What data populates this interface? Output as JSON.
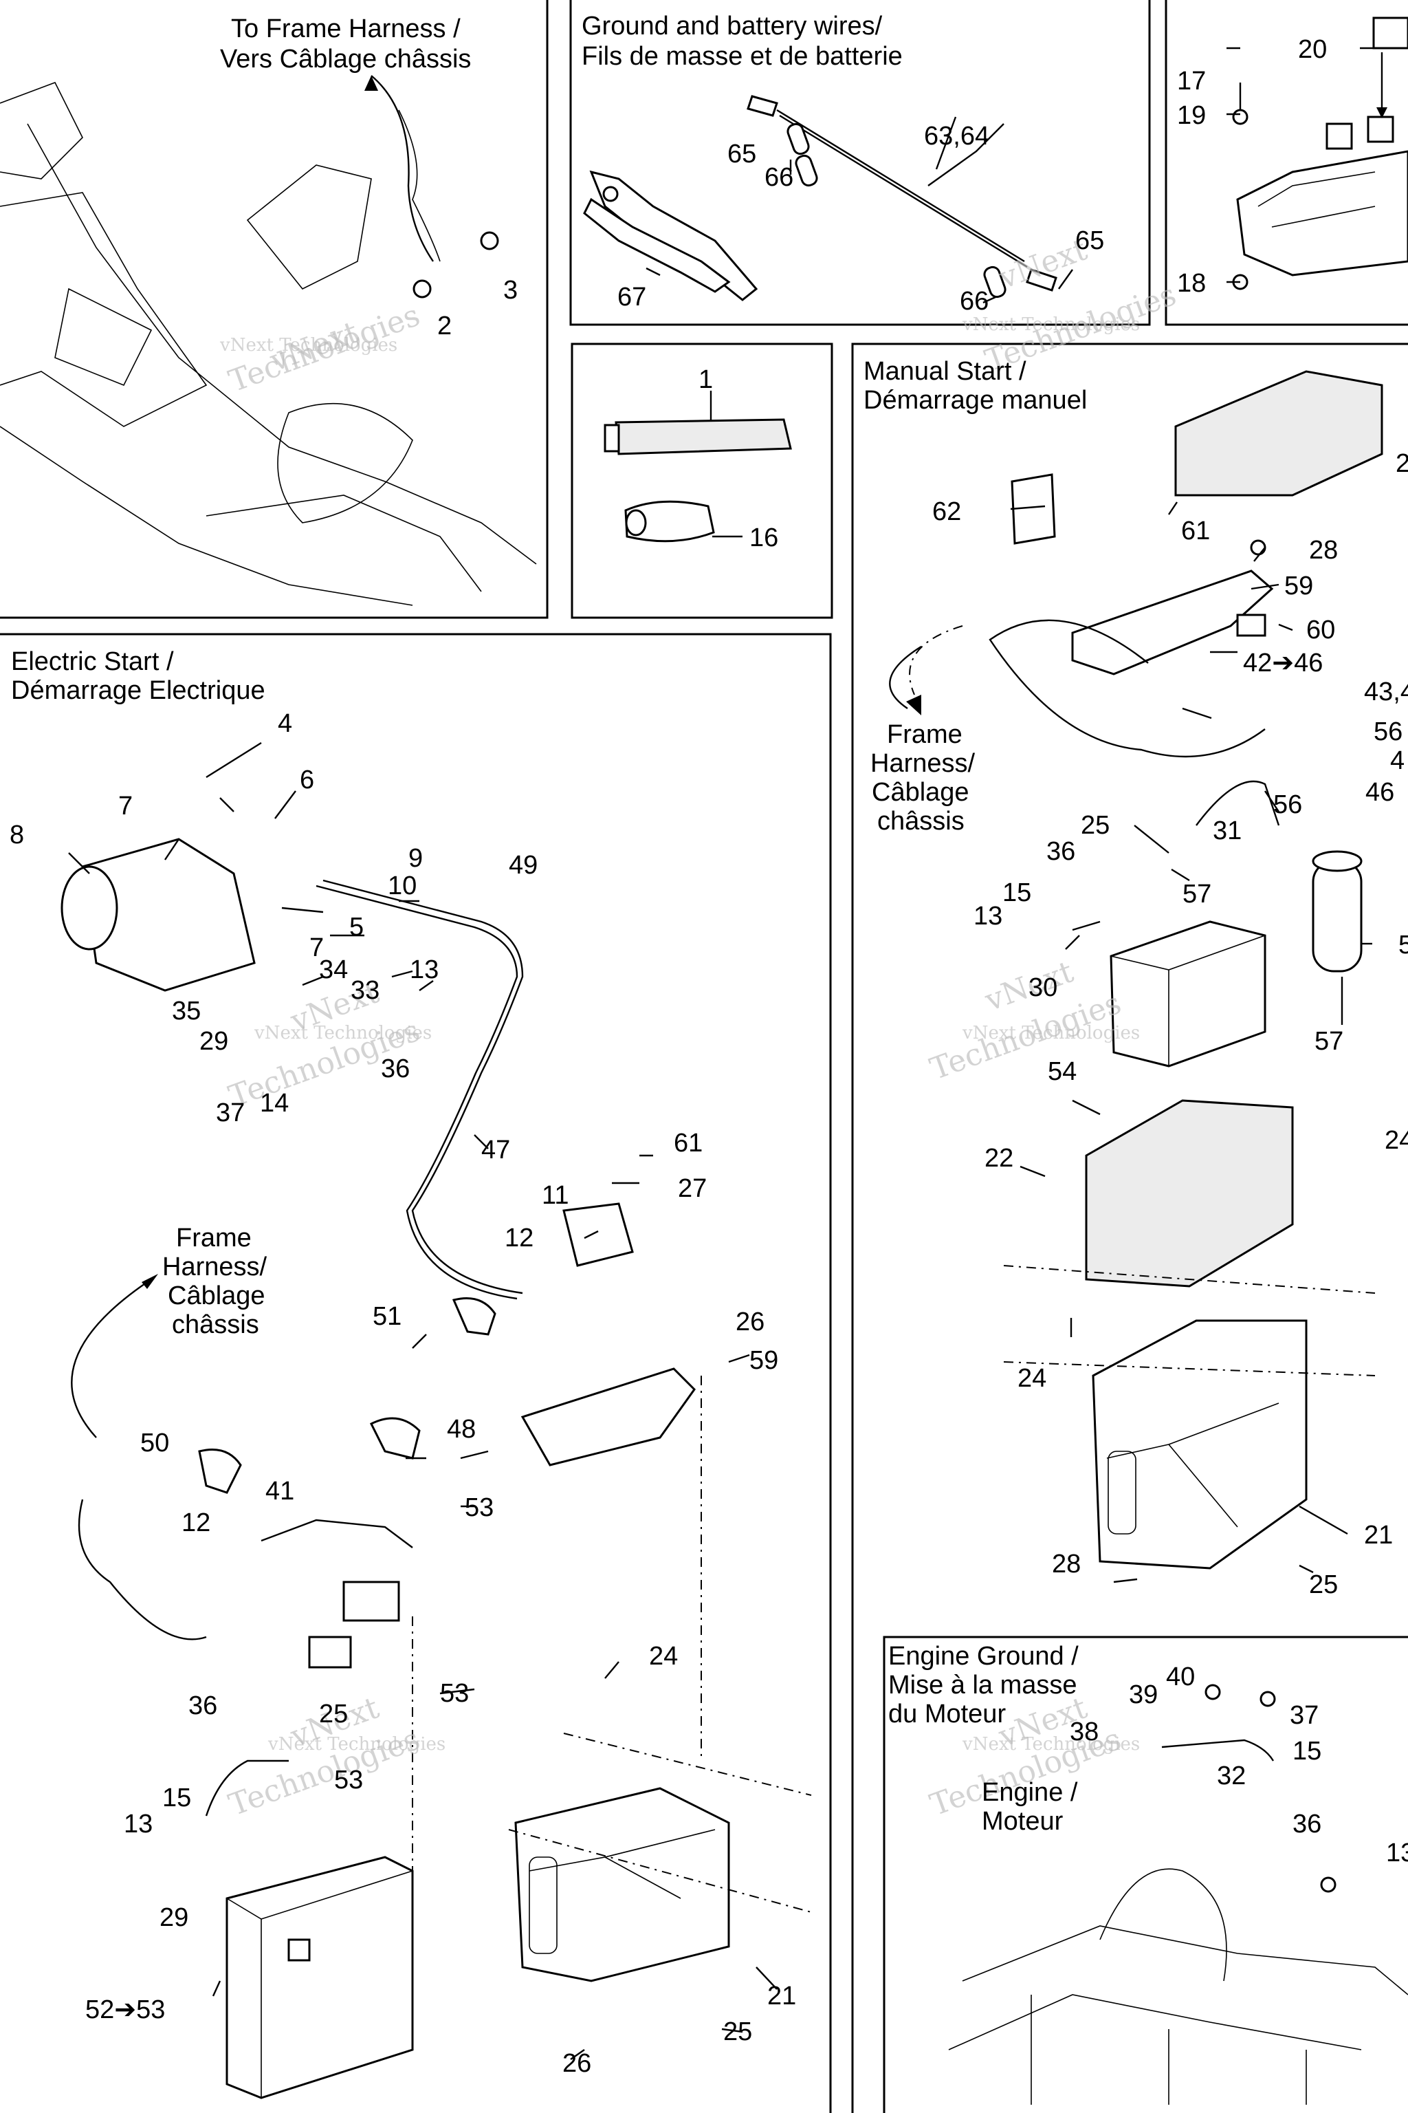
{
  "sections": {
    "frame_harness_top": [
      "To Frame Harness /",
      "Vers Câblage châssis"
    ],
    "ground_battery_wires": [
      "Ground and battery wires/",
      "Fils de masse et de batterie"
    ],
    "manual_start": [
      "Manual Start /",
      "Démarrage manuel"
    ],
    "electric_start": [
      "Electric Start /",
      "Démarrage Electrique"
    ],
    "frame_harness_right": [
      "Frame",
      "Harness/",
      "Câblage",
      "châssis"
    ],
    "frame_harness_left": [
      "Frame",
      "Harness/",
      "Câblage",
      "châssis"
    ],
    "engine_ground": [
      "Engine Ground /",
      "Mise à la masse",
      "du Moteur"
    ],
    "engine": [
      "Engine /",
      "Moteur"
    ]
  },
  "callouts": {
    "c1": "1",
    "c2": "2",
    "c3": "3",
    "c4": "4",
    "c5": "5",
    "c6": "6",
    "c7a": "7",
    "c7b": "7",
    "c8": "8",
    "c9": "9",
    "c10": "10",
    "c11": "11",
    "c12a": "12",
    "c12b": "12",
    "c13a": "13",
    "c13b": "13",
    "c13c": "13",
    "c13d": "13",
    "c14": "14",
    "c15a": "15",
    "c15b": "15",
    "c15c": "15",
    "c16": "16",
    "c17": "17",
    "c18": "18",
    "c19": "19",
    "c20": "20",
    "c21a": "21",
    "c21b": "21",
    "c22": "22",
    "c24a": "24",
    "c24b": "24",
    "c24c": "24",
    "c25a": "25",
    "c25b": "25",
    "c25c": "25",
    "c26a": "26",
    "c26b": "26",
    "c27": "27",
    "c28a": "28",
    "c28b": "28",
    "c29a": "29",
    "c29b": "29",
    "c30": "30",
    "c31": "31",
    "c32": "32",
    "c33": "33",
    "c34": "34",
    "c35": "35",
    "c36a": "36",
    "c36b": "36",
    "c36c": "36",
    "c36d": "36",
    "c37a": "37",
    "c37b": "37",
    "c38": "38",
    "c39": "39",
    "c40": "40",
    "c41": "41",
    "c42": "42➔46",
    "c43": "43,4",
    "c4r": "4",
    "c46": "46",
    "c47": "47",
    "c48": "48",
    "c49": "49",
    "c50": "50",
    "c51": "51",
    "c52": "52➔53",
    "c53a": "53",
    "c53b": "53",
    "c53c": "53",
    "c54": "54",
    "c56a": "56",
    "c56b": "56",
    "c57a": "57",
    "c57b": "57",
    "c5r": "5",
    "c59a": "59",
    "c59b": "59",
    "c60": "60",
    "c61a": "61",
    "c61b": "61",
    "c62": "62",
    "c6364": "63,64",
    "c65a": "65",
    "c65b": "65",
    "c66a": "66",
    "c66b": "66",
    "c67": "67",
    "c2r": "2"
  },
  "watermark": {
    "line1": "vNext",
    "line2": "vNext Technologies",
    "line3": "Technologies"
  }
}
